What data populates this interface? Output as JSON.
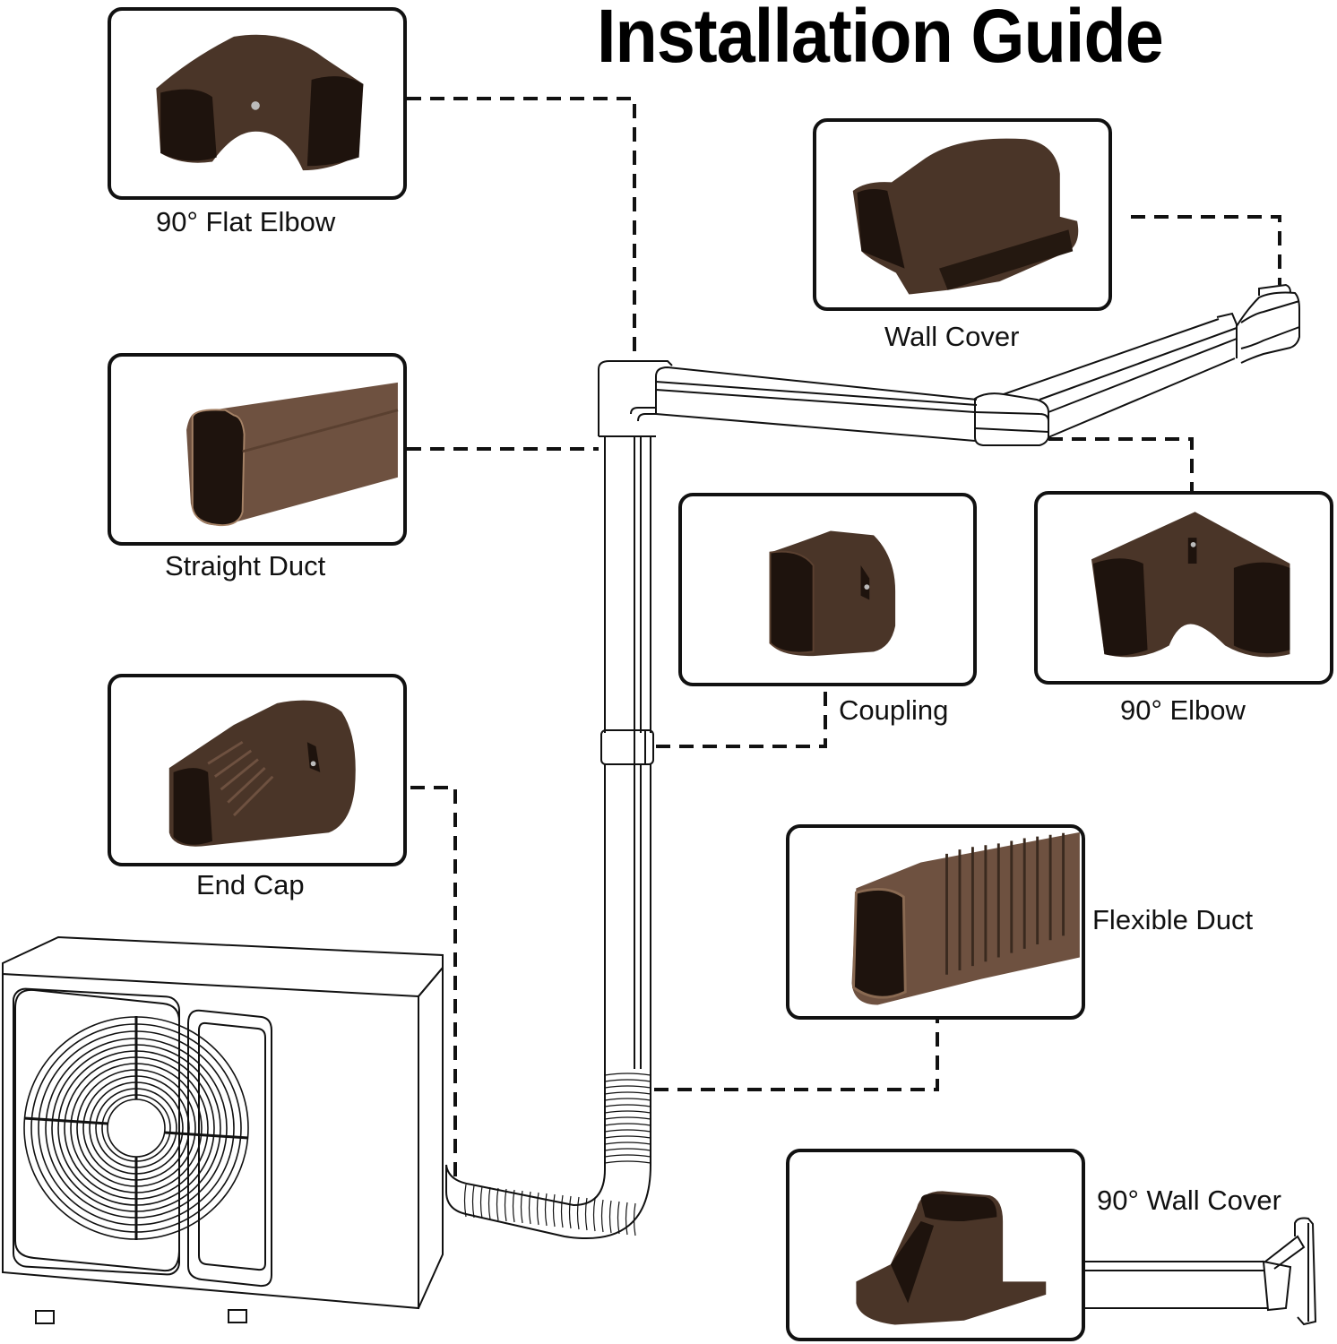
{
  "title": "Installation Guide",
  "parts": [
    {
      "id": "flat-elbow",
      "label": "90° Flat Elbow"
    },
    {
      "id": "wall-cover",
      "label": "Wall Cover"
    },
    {
      "id": "straight-duct",
      "label": "Straight Duct"
    },
    {
      "id": "coupling",
      "label": "Coupling"
    },
    {
      "id": "elbow",
      "label": "90° Elbow"
    },
    {
      "id": "end-cap",
      "label": "End Cap"
    },
    {
      "id": "flexible-duct",
      "label": "Flexible Duct"
    },
    {
      "id": "wall-cover-90",
      "label": "90° Wall Cover"
    }
  ],
  "colors": {
    "product_brown": "#4a3528",
    "product_brown_light": "#6e5140",
    "product_interior": "#1e130d",
    "line": "#111111",
    "background": "#ffffff"
  }
}
